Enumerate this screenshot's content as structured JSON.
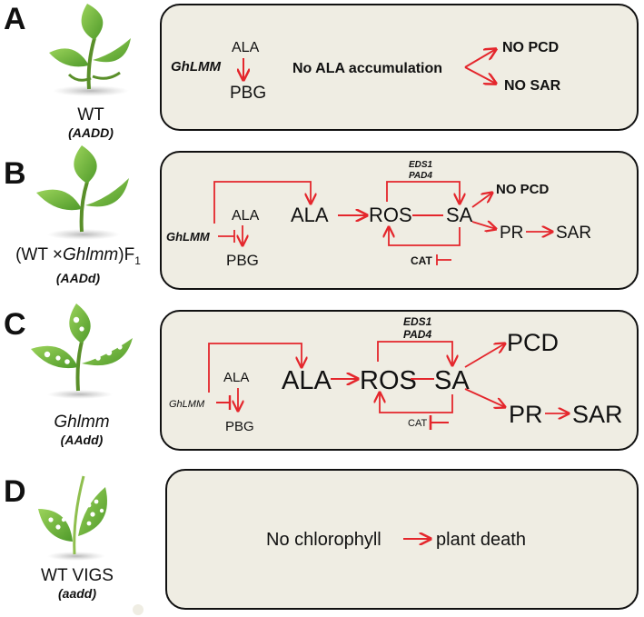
{
  "panels": {
    "a": {
      "letter": "A",
      "plant_label": "WT",
      "genotype": "(AADD)",
      "gene": "GhLMM",
      "ala": "ALA",
      "pbg": "PBG",
      "statement": "No  ALA accumulation",
      "outcome1": "NO  PCD",
      "outcome2": "NO SAR"
    },
    "b": {
      "letter": "B",
      "plant_label_pre": "(WT ",
      "plant_label_times": "×",
      "plant_label_gene": "Ghlmm",
      "plant_label_post": ")F",
      "plant_label_sub": "1",
      "genotype": "(AADd)",
      "gene": "GhLMM",
      "ala_small": "ALA",
      "pbg": "PBG",
      "ala": "ALA",
      "ros": "ROS",
      "sa": "SA",
      "eds1": "EDS1",
      "pad4": "PAD4",
      "cat": "CAT",
      "outcome": "NO PCD",
      "pr": "PR",
      "sar": "SAR"
    },
    "c": {
      "letter": "C",
      "plant_label": "Ghlmm",
      "genotype": "(AAdd)",
      "gene": "GhLMM",
      "ala_small": "ALA",
      "pbg": "PBG",
      "ala": "ALA",
      "ros": "ROS",
      "sa": "SA",
      "eds1": "EDS1",
      "pad4": "PAD4",
      "cat": "CAT",
      "pcd": "PCD",
      "pr": "PR",
      "sar": "SAR"
    },
    "d": {
      "letter": "D",
      "plant_label": "WT VIGS",
      "genotype": "(aadd)",
      "statement_left": "No chlorophyll",
      "statement_right": "plant death"
    }
  },
  "colors": {
    "arrow": "#e4262c",
    "box_fill": "#efede3",
    "leaf": "#7cc242",
    "leaf_dark": "#4f9a2a",
    "stem": "#5a8f2a"
  }
}
